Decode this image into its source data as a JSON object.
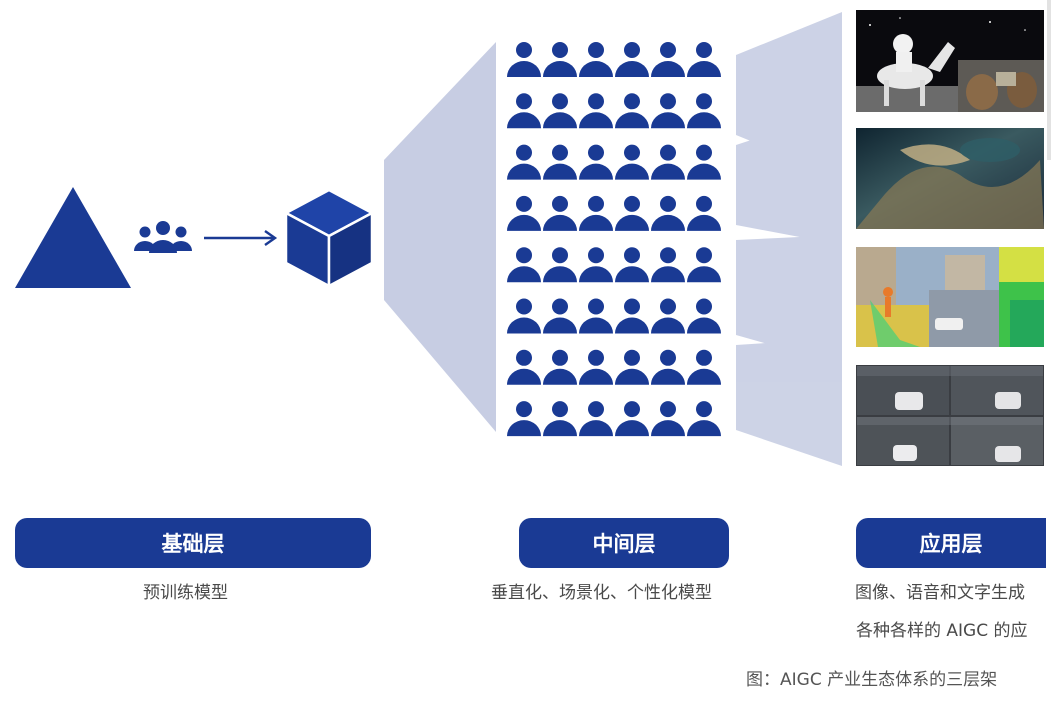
{
  "layers": {
    "base": {
      "title": "基础层",
      "description": "预训练模型"
    },
    "middle": {
      "title": "中间层",
      "description": "垂直化、场景化、个性化模型"
    },
    "application": {
      "title": "应用层",
      "description_line1": "图像、语音和文字生成",
      "description_line2": "各种各样的 AIGC 的应"
    }
  },
  "caption": "图：AIGC 产业生态体系的三层架",
  "icons": {
    "base_shape": "triangle-icon",
    "people_group": "people-group-icon",
    "arrow": "arrow-right-icon",
    "model_cube": "cube-icon",
    "person": "person-icon"
  },
  "person_grid": {
    "rows": 8,
    "columns": 6
  },
  "application_images": [
    "astronaut-horse-image",
    "abstract-painting-image",
    "street-scene-image",
    "driving-camera-image"
  ],
  "colors": {
    "primary": "#1a3a94",
    "funnel": "#c7cde3",
    "fan": "#bcc4de",
    "text": "#4a4a4a"
  }
}
